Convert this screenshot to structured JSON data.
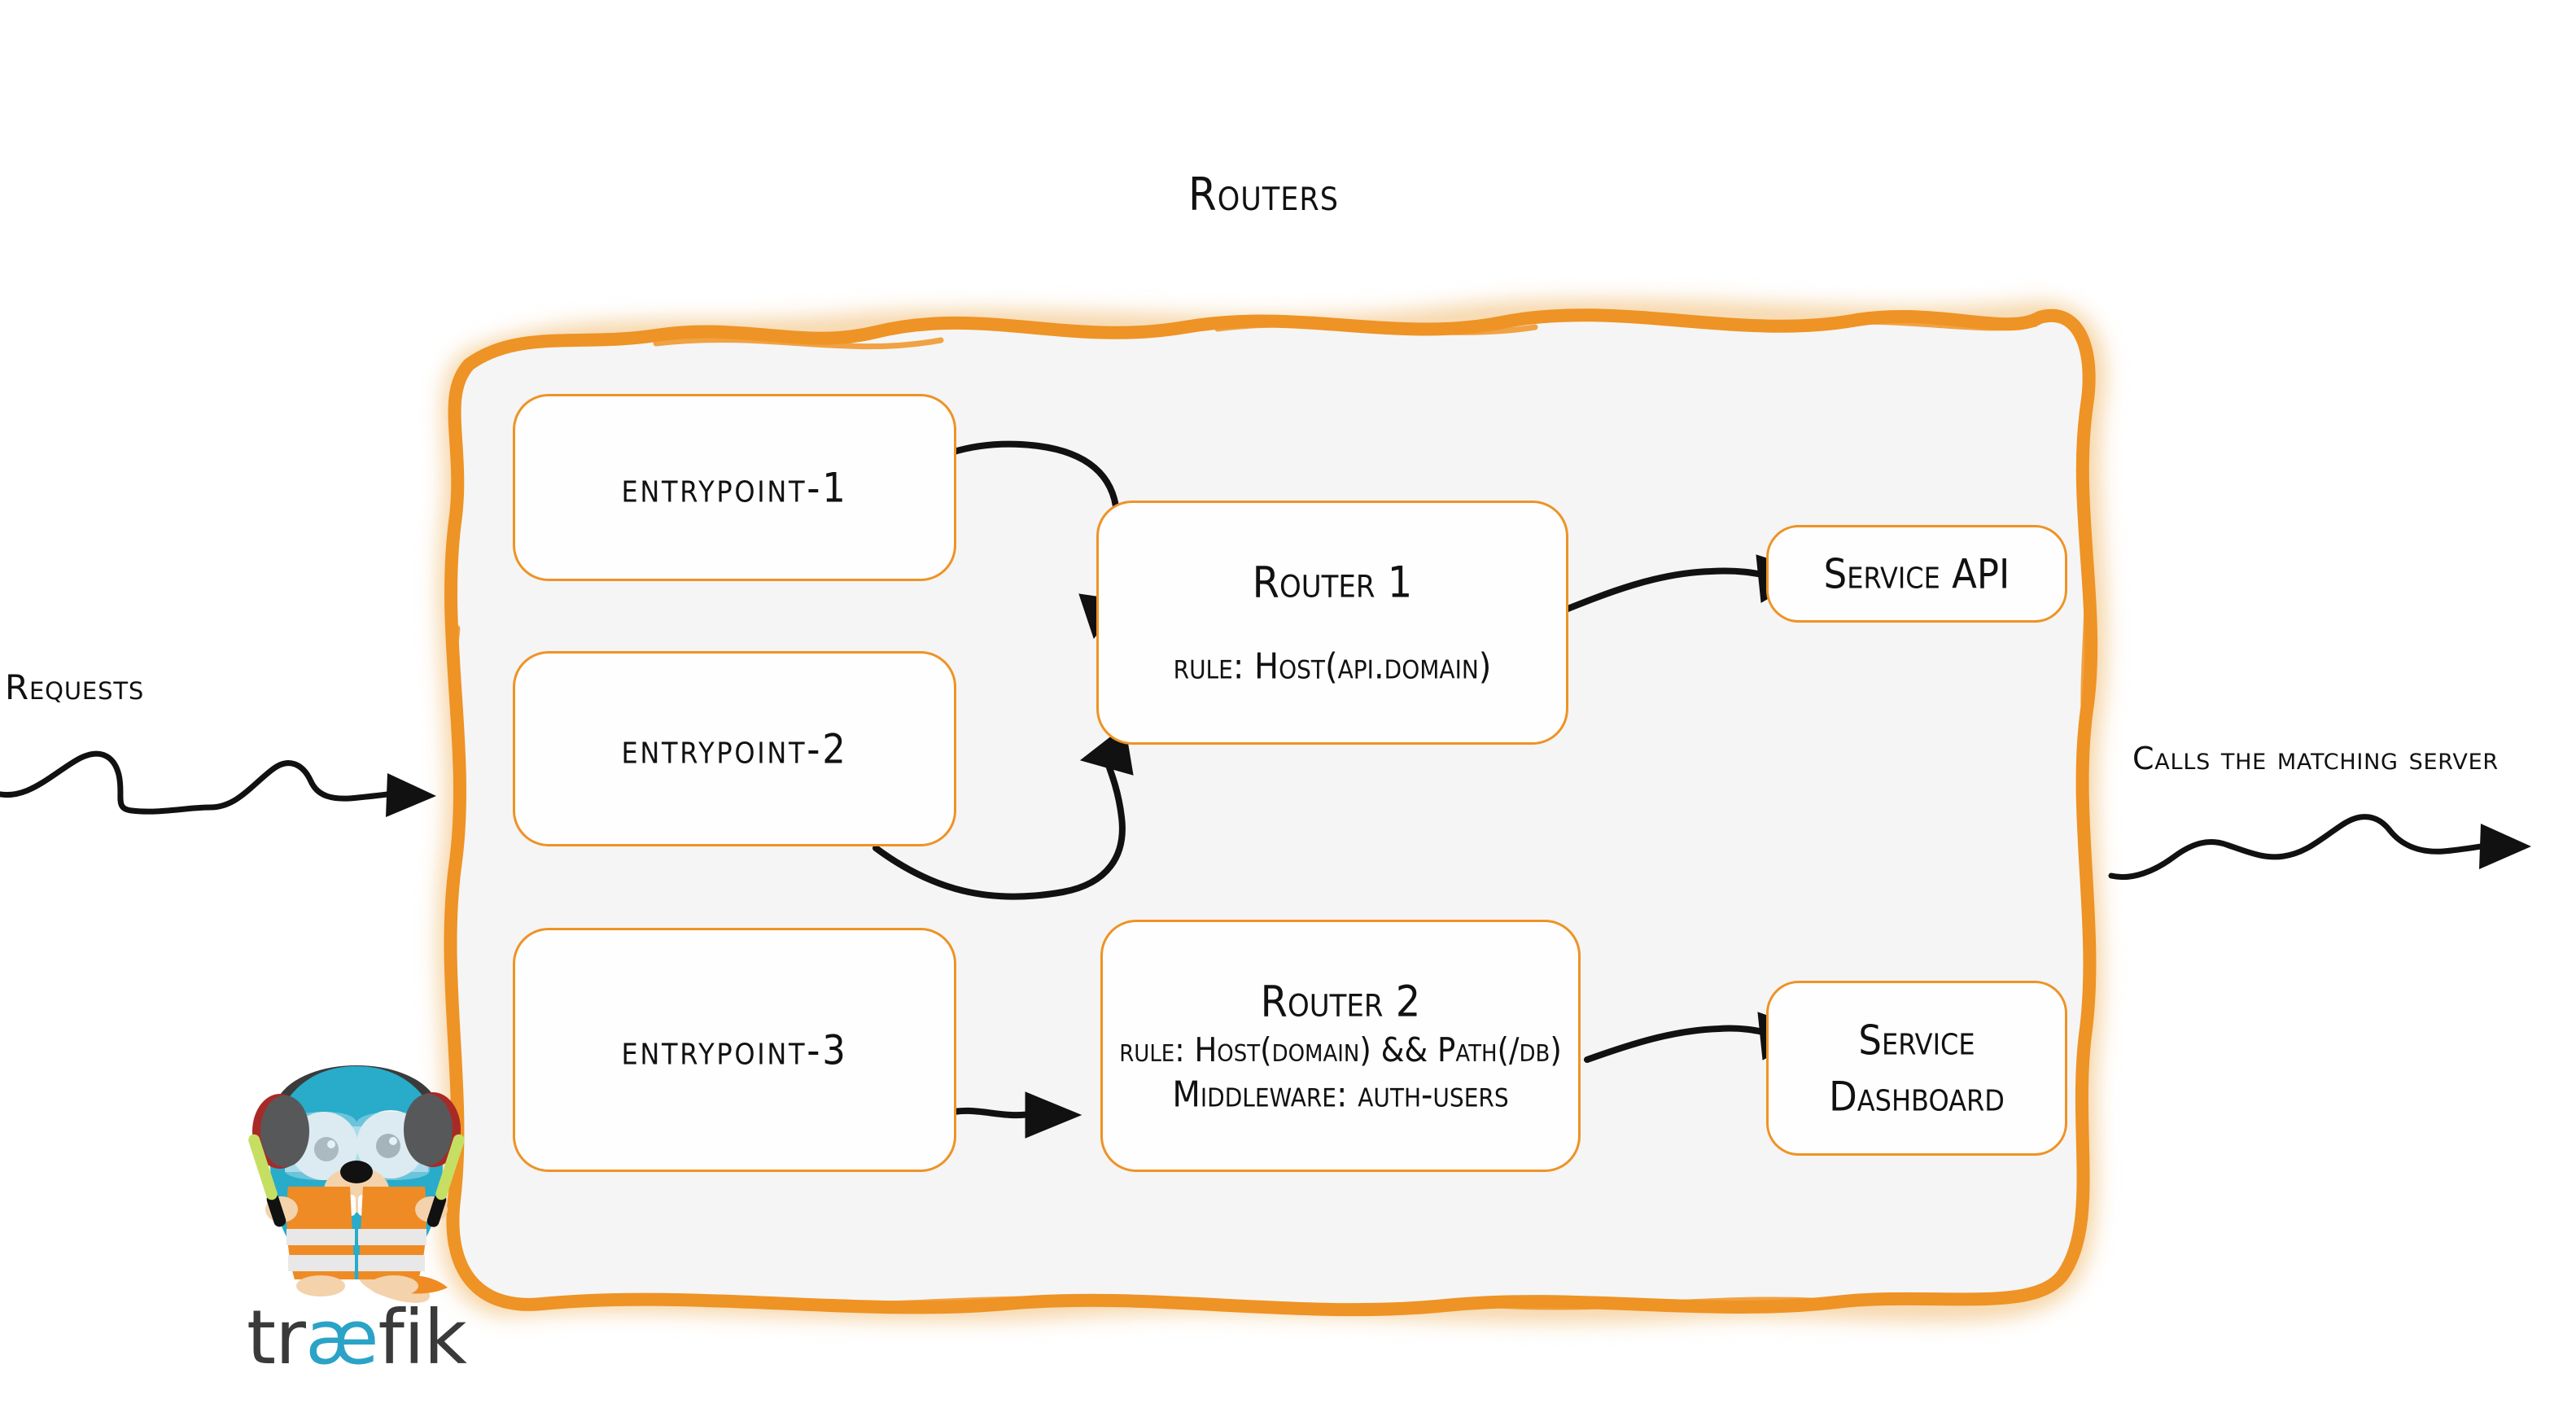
{
  "diagram": {
    "title": "Routers",
    "brand_orange": "#ee9325",
    "brand_cyan": "#2aa3c7",
    "container_bg": "#f5f5f5"
  },
  "flow": {
    "left_label": "Requests",
    "right_label": "Calls the matching server"
  },
  "entrypoints": [
    {
      "label": "entrypoint-1"
    },
    {
      "label": "entrypoint-2"
    },
    {
      "label": "entrypoint-3"
    }
  ],
  "routers": [
    {
      "title": "Router 1",
      "rule": "rule: Host(api.domain)"
    },
    {
      "title": "Router 2",
      "rule": "rule: Host(domain) && Path(/db)",
      "middleware": "Middleware: auth-users"
    }
  ],
  "services": [
    {
      "label": "Service API"
    },
    {
      "line1": "Service",
      "line2": "Dashboard"
    }
  ],
  "logo": {
    "word_1": "tr",
    "word_ae": "æ",
    "word_2": "fik",
    "colors": {
      "body": "#29abca",
      "vest": "#ef8b24",
      "stripe": "#e8e8e8",
      "ear_dark": "#57585a",
      "ear_red": "#a82a27",
      "muzzle": "#f3d2ac",
      "wand": "#c5df62",
      "eye_white": "#f2f2f2",
      "goggle": "#bfe3f0"
    }
  }
}
